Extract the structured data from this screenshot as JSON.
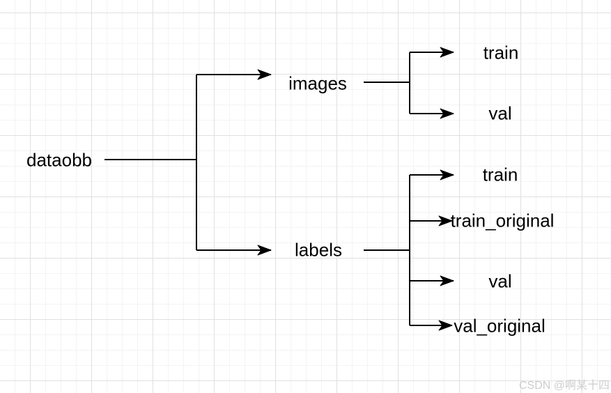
{
  "diagram": {
    "type": "tree",
    "nodes": {
      "root": "dataobb",
      "images": "images",
      "labels": "labels",
      "images_train": "train",
      "images_val": "val",
      "labels_train": "train",
      "labels_train_original": "train_original",
      "labels_val": "val",
      "labels_val_original": "val_original"
    },
    "tree": {
      "dataobb": {
        "images": [
          "train",
          "val"
        ],
        "labels": [
          "train",
          "train_original",
          "val",
          "val_original"
        ]
      }
    }
  },
  "watermark": {
    "text": "CSDN @啊某十四"
  },
  "colors": {
    "line": "#000000",
    "text": "#000000",
    "grid_minor": "#f3f3f3",
    "grid_major": "#e0e0e0",
    "watermark": "#cdcdcd",
    "background": "#ffffff"
  }
}
